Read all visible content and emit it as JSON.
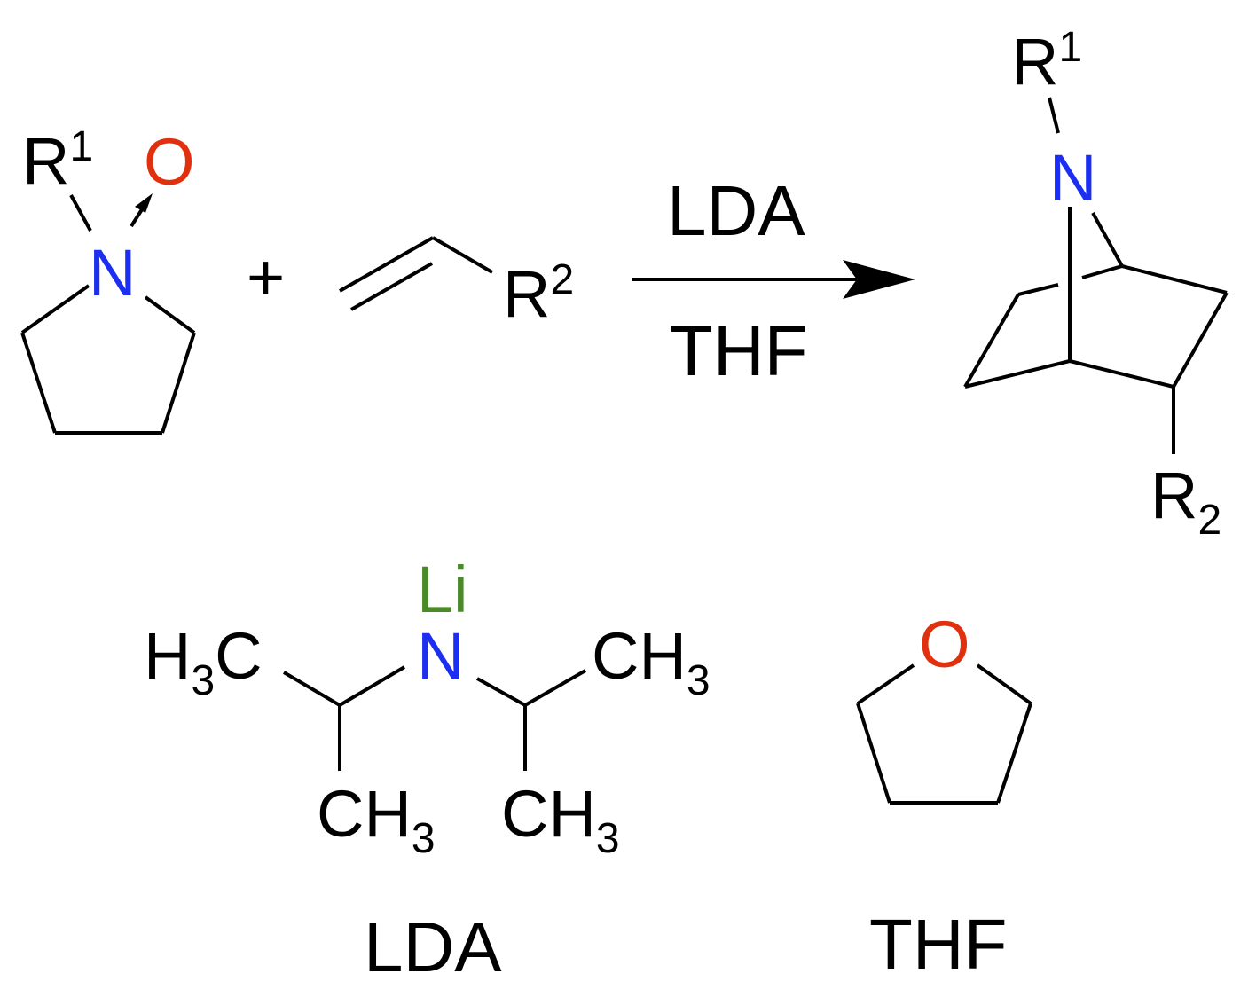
{
  "colors": {
    "bond": "#000000",
    "nitrogen": "#1c2ff0",
    "oxygen": "#e0300e",
    "lithium": "#4a8a28",
    "text": "#000000"
  },
  "reactant1": {
    "r_label": "R",
    "r_sup": "1",
    "n_label": "N",
    "o_label": "O"
  },
  "plus": "+",
  "reactant2": {
    "r_label": "R",
    "r_sup": "2"
  },
  "arrow": {
    "above": "LDA",
    "below": "THF"
  },
  "product": {
    "r1_label": "R",
    "r1_sup": "1",
    "n_label": "N",
    "r2_label": "R",
    "r2_sub": "2"
  },
  "lda": {
    "li": "Li",
    "n": "N",
    "left_methyl": "H",
    "left_methyl_sub": "3",
    "left_methyl_c": "C",
    "right_methyl": "CH",
    "right_methyl_sub": "3",
    "bottom_left": "CH",
    "bottom_left_sub": "3",
    "bottom_right": "CH",
    "bottom_right_sub": "3",
    "caption": "LDA"
  },
  "thf": {
    "o": "O",
    "caption": "THF"
  }
}
